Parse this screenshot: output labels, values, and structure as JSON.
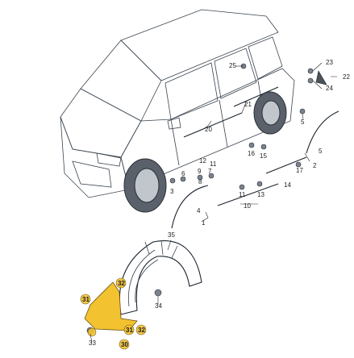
{
  "colors": {
    "highlight": "#f2c230",
    "car_body": "#cdd3da",
    "glass": "#9fc4cc",
    "line": "#3a4450",
    "wheel": "#5a616b"
  },
  "parts": {
    "p1": "1",
    "p2": "2",
    "p3": "3",
    "p4": "4",
    "p5": "5",
    "p6": "6",
    "p7": "7",
    "p8": "8",
    "p9": "9",
    "p10": "10",
    "p11": "11",
    "p12": "12",
    "p13": "13",
    "p14": "14",
    "p15": "15",
    "p16": "16",
    "p17": "17",
    "p20": "20",
    "p21": "21",
    "p22": "22",
    "p23": "23",
    "p24": "24",
    "p25": "25",
    "p30": "30",
    "p31": "31",
    "p32": "32",
    "p33": "33",
    "p34": "34",
    "p35": "35"
  }
}
